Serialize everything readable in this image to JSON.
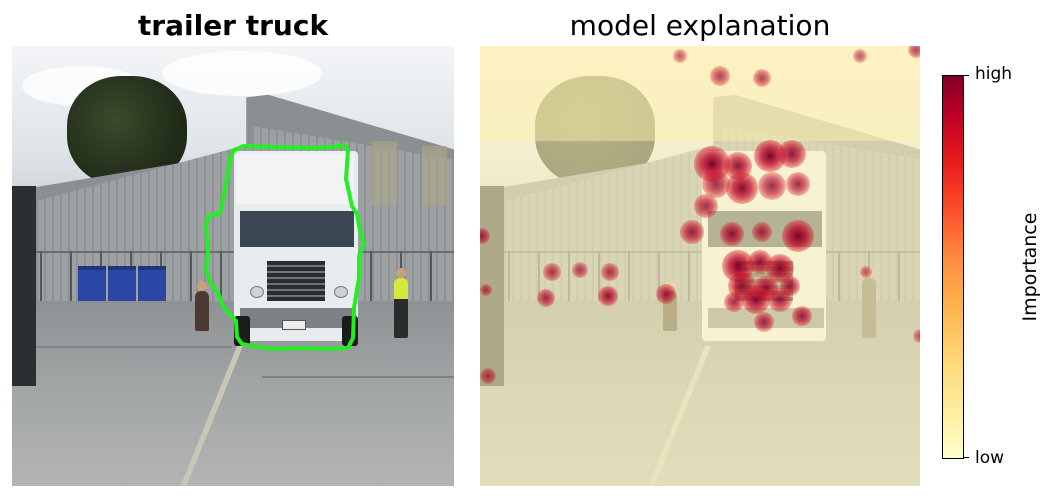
{
  "left_panel": {
    "title": "trailer truck"
  },
  "right_panel": {
    "title": "model explanation"
  },
  "colorbar": {
    "label": "Importance",
    "high_label": "high",
    "low_label": "low",
    "colormap": [
      "#ffffcc",
      "#ffeda0",
      "#fed976",
      "#feb24c",
      "#fd8d3c",
      "#fc4e2a",
      "#e31a1c",
      "#bd0026",
      "#800026"
    ]
  },
  "colors": {
    "segmentation_outline": "#22ee22"
  }
}
